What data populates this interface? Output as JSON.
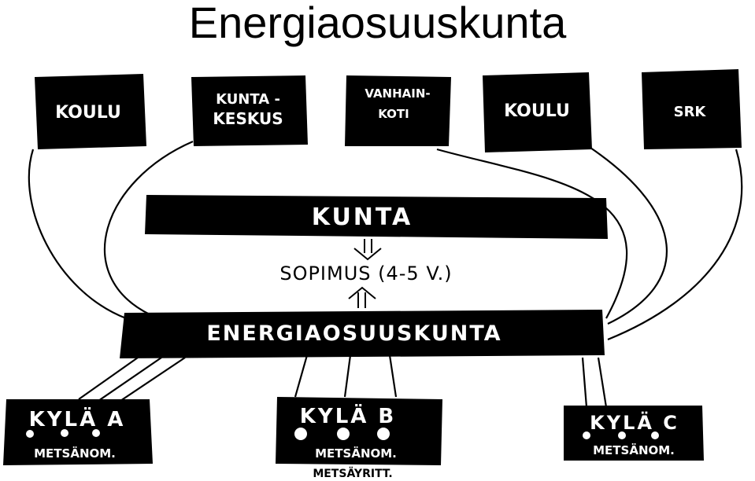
{
  "title": "Energiaosuuskunta",
  "top_boxes": [
    {
      "line1": "KOULU",
      "line2": ""
    },
    {
      "line1": "KUNTA -",
      "line2": "KESKUS"
    },
    {
      "line1": "VANHAIN-",
      "line2": "KOTI"
    },
    {
      "line1": "KOULU",
      "line2": ""
    },
    {
      "line1": "SRK",
      "line2": ""
    }
  ],
  "kunta_label": "KUNTA",
  "agreement_label": "SOPIMUS (4-5 V.)",
  "coop_label": "ENERGIAOSUUSKUNTA",
  "villages": [
    {
      "name": "KYLÄ A",
      "member_label": "METSÄNOM.",
      "extra_label": ""
    },
    {
      "name": "KYLÄ B",
      "member_label": "METSÄNOM.",
      "extra_label": "METSÄYRITT."
    },
    {
      "name": "KYLÄ C",
      "member_label": "METSÄNOM.",
      "extra_label": ""
    }
  ],
  "colors": {
    "ink": "#000000",
    "paper": "#ffffff"
  }
}
